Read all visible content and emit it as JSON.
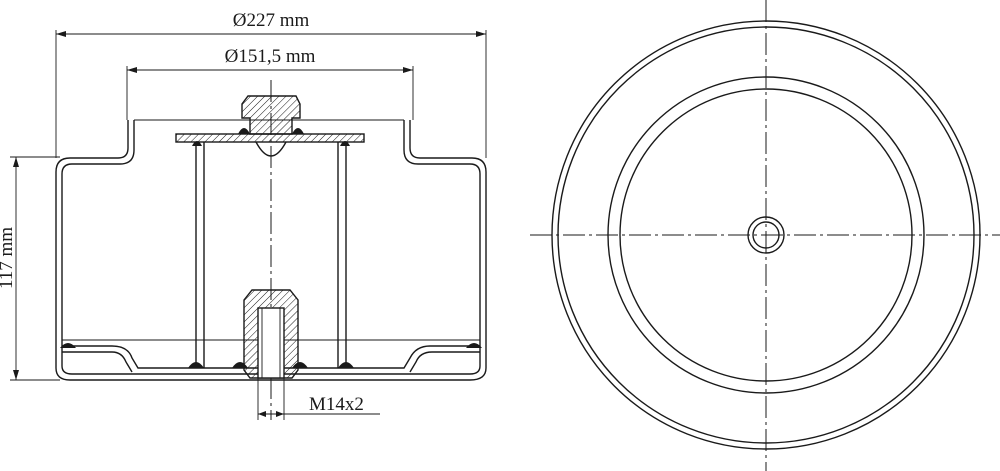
{
  "drawing": {
    "dim_outer_diameter": "Ø227 mm",
    "dim_inner_diameter": "Ø151,5 mm",
    "dim_height": "117 mm",
    "dim_thread": "M14x2"
  },
  "colors": {
    "line": "#1a1a1a",
    "background": "#ffffff"
  }
}
